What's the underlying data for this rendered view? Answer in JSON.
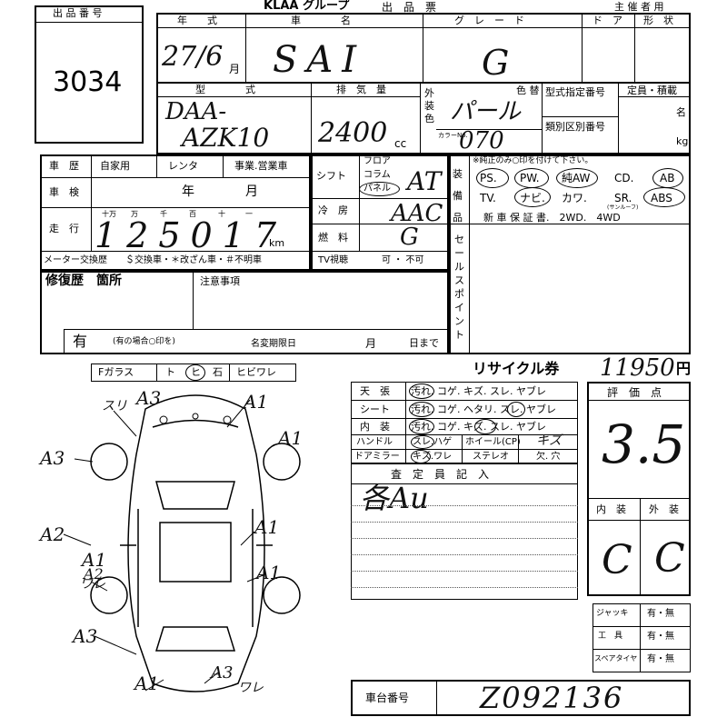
{
  "header": {
    "organizer": "主 催 者 用",
    "title": "出　品　票",
    "logo_text": "KLAA グループ"
  },
  "lot": {
    "label": "出 品 番 号",
    "number": "3034"
  },
  "top_row": {
    "year_label": "年　　式",
    "car_label": "車　　　　名",
    "grade_label": "グ　レ　ー　ド",
    "door_label": "ド　ア",
    "shape_label": "形　状",
    "year_value": "27/6",
    "month_suffix": "月",
    "car_value": "SAI",
    "grade_value": "G"
  },
  "model": {
    "label": "型　　　　式",
    "value_line1": "DAA-",
    "value_line2": "AZK10"
  },
  "displacement": {
    "label": "排　気　量",
    "value": "2400",
    "unit": "cc"
  },
  "color": {
    "side_label": "外装色",
    "label": "色 替",
    "code_label": "カラーNo.",
    "value": "パール",
    "code": "070"
  },
  "type_designation": {
    "label1": "型式指定番号",
    "label2": "類別区別番号"
  },
  "capacity": {
    "label": "定員・積載",
    "unit_person": "名",
    "unit_kg": "kg"
  },
  "history": {
    "label": "車　歴",
    "options": [
      "自家用",
      "レンタ",
      "事業.営業車"
    ]
  },
  "inspection": {
    "label": "車　検",
    "year": "年",
    "month": "月"
  },
  "mileage": {
    "label": "走　行",
    "units": [
      "十万",
      "万",
      "千",
      "百",
      "十",
      "一"
    ],
    "value": "125017",
    "unit": "km"
  },
  "meter": {
    "label": "メーター交換歴",
    "note": "＄交換車・＊改ざん車・＃不明車"
  },
  "shift": {
    "label": "シフト",
    "options": [
      "フロア",
      "コラム",
      "パネル"
    ],
    "value": "AT"
  },
  "ac": {
    "label": "冷　房",
    "value": "AAC"
  },
  "fuel": {
    "label": "燃　料",
    "value": "G"
  },
  "tv": {
    "label": "TV視聴",
    "options": "可 ・ 不可"
  },
  "equipment": {
    "side_label": "装備品",
    "note": "※純正のみ○印を付けて下さい。",
    "row1": [
      "PS.",
      "PW.",
      "純AW",
      "CD.",
      "AB"
    ],
    "row2": [
      "TV.",
      "ナビ.",
      "カワ.",
      "SR.",
      "ABS"
    ],
    "sunroof": "(サンルーフ)",
    "row3": "新 車 保 証 書.　2WD.　4WD"
  },
  "sales_point": {
    "label": "セールスポイント"
  },
  "repair": {
    "label": "修復歴　箇所",
    "value": "有",
    "note": "(有の場合○印を)"
  },
  "notes": {
    "label": "注意事項",
    "deadline": "名変期限日",
    "month": "月",
    "until": "日まで"
  },
  "glass": {
    "items": [
      "Fガラス",
      "ト",
      "ヒ",
      "石",
      "ヒビワレ"
    ]
  },
  "recycle": {
    "label": "リサイクル券",
    "value": "11950",
    "unit": "円"
  },
  "interior": {
    "rows": [
      {
        "label": "天　張",
        "options": "汚れ. コゲ. キズ. スレ. ヤブレ"
      },
      {
        "label": "シート",
        "options": "汚れ. コゲ. ヘタリ. スレ. ヤブレ"
      },
      {
        "label": "内　装",
        "options": "汚れ. コゲ. キズ. スレ. ヤブレ"
      }
    ],
    "handle_label": "ハンドル",
    "handle_options": "スレ.ハゲ",
    "wheel_label": "ホイール(CP)",
    "wheel_value": "キズ",
    "mirror_label": "ドアミラー",
    "mirror_options": "キズ.ワレ",
    "stereo_label": "ステレオ",
    "stereo_options": "欠. 穴"
  },
  "inspector": {
    "label": "査　定　員　記　入",
    "value": "各Au"
  },
  "rating": {
    "label": "評　価　点",
    "value": "3.5",
    "interior_label": "内　装",
    "exterior_label": "外　装",
    "interior_value": "C",
    "exterior_value": "C"
  },
  "tools": {
    "jack_label": "ジャッキ",
    "tool_label": "工　具",
    "spare_label": "スペアタイヤ",
    "options": "有・無"
  },
  "chassis": {
    "label": "車台番号",
    "value": "Z092136"
  },
  "damage_marks": [
    "A3",
    "A1",
    "A1",
    "スリ",
    "A3",
    "A1",
    "A2",
    "A1",
    "A1",
    "A2",
    "ワレ",
    "A3",
    "A1",
    "A3",
    "ワレ"
  ]
}
